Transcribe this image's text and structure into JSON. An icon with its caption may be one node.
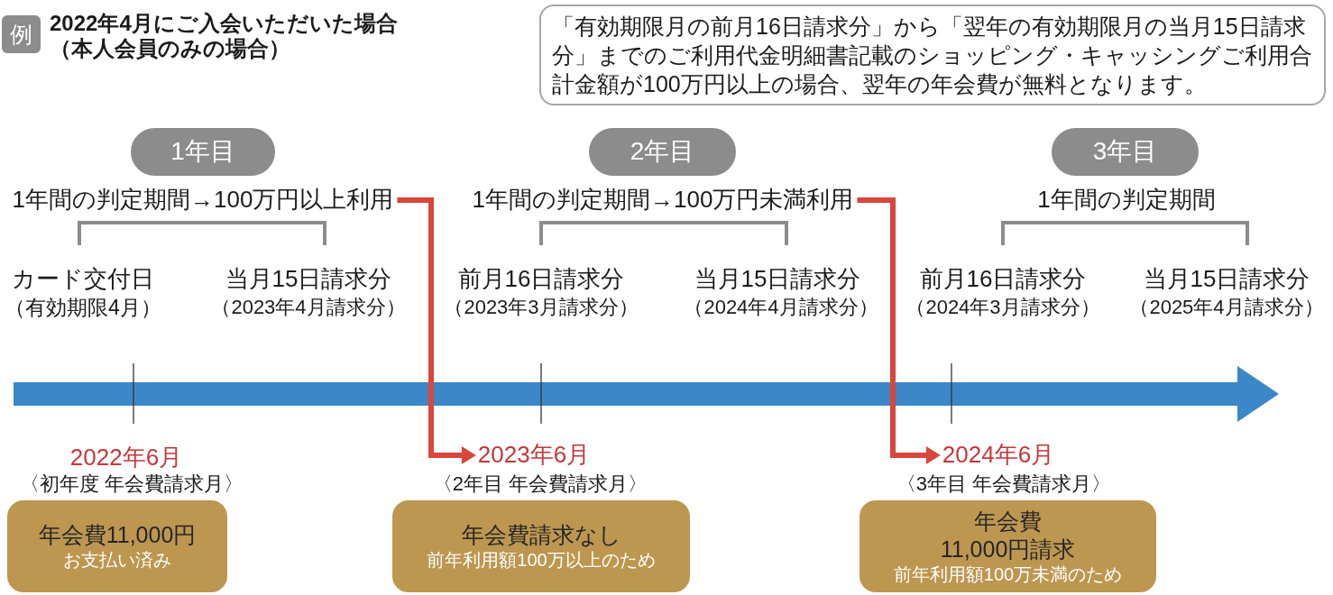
{
  "diagram": {
    "title": "2022年4月にご入会いただいた場合（本人会員のみの場合）",
    "nodes": [
      {
        "text": [
          "例"
        ]
      },
      {
        "text": [
          "「有効期限月の前月16日請求分」から「翌年の有効期限月の当月15日請求分」までのご利用代金明細書記載のショッピング・キャッシングご利用合計金額が100万円以上の場合、翌年の年会費が無料となります。"
        ]
      },
      {
        "text": [
          "1年目"
        ]
      },
      {
        "text": [
          "2年目"
        ]
      },
      {
        "text": [
          "3年目"
        ]
      },
      {
        "text": [
          "1年間の判定期間→100万円以上利用"
        ]
      },
      {
        "text": [
          "1年間の判定期間→100万円未満利用"
        ]
      },
      {
        "text": [
          "2023年6月"
        ],
        "beside": [
          "〈2年目 年会費請求月〉"
        ]
      },
      {
        "text": [
          "2024年6月"
        ],
        "beside": [
          "〈3年目 年会費請求月〉"
        ]
      },
      {
        "text": [
          "年会費11,000円",
          "お支払い済み"
        ]
      },
      {
        "text": [
          "年会費請求なし",
          "前年利用額100万以上のため"
        ]
      },
      {
        "text": [
          "年会費",
          "11,000円請求",
          "前年利用額100万未満のため"
        ]
      }
    ],
    "edges": [
      {
        "from": 5,
        "to": 7,
        "arrow": "to"
      },
      {
        "from": 6,
        "to": 8,
        "arrow": "to"
      }
    ],
    "labels": [
      "1年間の判定期間",
      "カード交付日",
      "（有効期限4月）",
      "当月15日請求分",
      "（2023年4月請求分）",
      "前月16日請求分",
      "（2023年3月請求分）",
      "当月15日請求分",
      "（2024年4月請求分）",
      "前月16日請求分",
      "（2024年3月請求分）",
      "当月15日請求分",
      "（2025年4月請求分）",
      "2022年6月",
      "〈初年度 年会費請求月〉"
    ]
  }
}
